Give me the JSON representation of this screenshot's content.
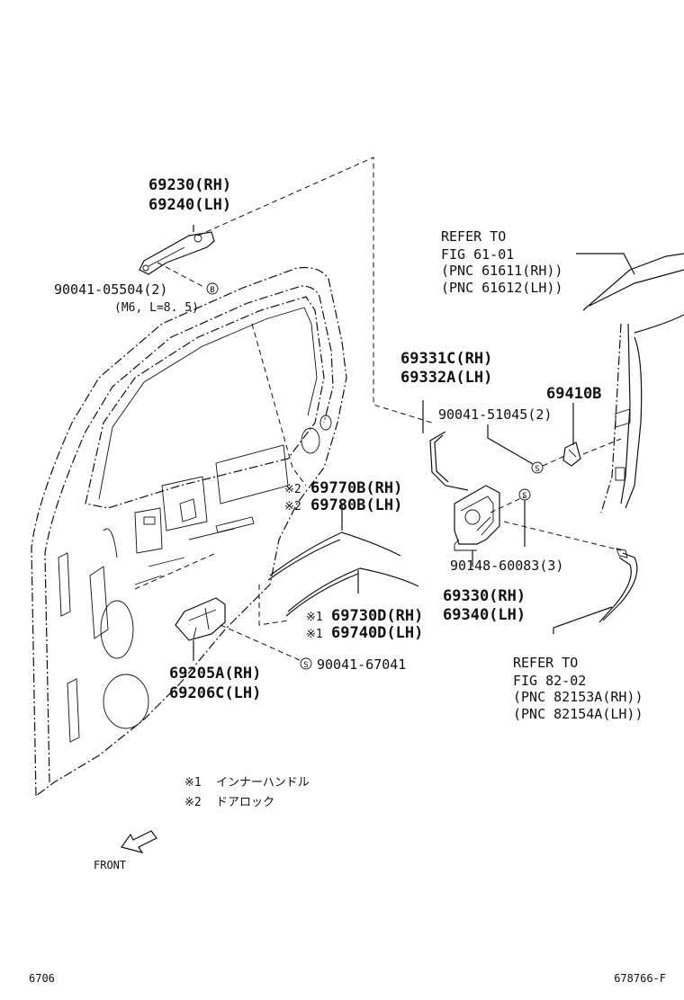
{
  "parts": {
    "outside_handle": [
      "69230(RH)",
      "69240(LH)"
    ],
    "screw_05504": "90041-05504(2)",
    "screw_05504_spec": "(M6, L=8. 5)",
    "screw_05504_marker": "B",
    "rod_69331": [
      "69331C(RH)",
      "69332A(LH)"
    ],
    "part_69410": "69410B",
    "screw_51045": "90041-51045(2)",
    "cable_69770": [
      "69770B(RH)",
      "69780B(LH)"
    ],
    "cable_69770_marks": [
      "※2",
      "※2"
    ],
    "screw_60083": "90148-60083(3)",
    "lock_69330": [
      "69330(RH)",
      "69340(LH)"
    ],
    "cable_69730": [
      "69730D(RH)",
      "69740D(LH)"
    ],
    "cable_69730_marks": [
      "※1",
      "※1"
    ],
    "inner_handle": [
      "69205A(RH)",
      "69206C(LH)"
    ],
    "screw_67041": "90041-67041",
    "screw_marker": "S"
  },
  "references": {
    "ref_61_01": [
      "REFER TO",
      "FIG 61-01",
      "(PNC 61611(RH))",
      "(PNC 61612(LH))"
    ],
    "ref_82_02": [
      "REFER TO",
      "FIG 82-02",
      "(PNC 82153A(RH))",
      "(PNC 82154A(LH))"
    ]
  },
  "notes": [
    {
      "mark": "※1",
      "text": "インナーハンドル"
    },
    {
      "mark": "※2",
      "text": "ドアロック"
    }
  ],
  "front_label": "FRONT",
  "footer": {
    "left": "6706",
    "right": "678766-F"
  }
}
